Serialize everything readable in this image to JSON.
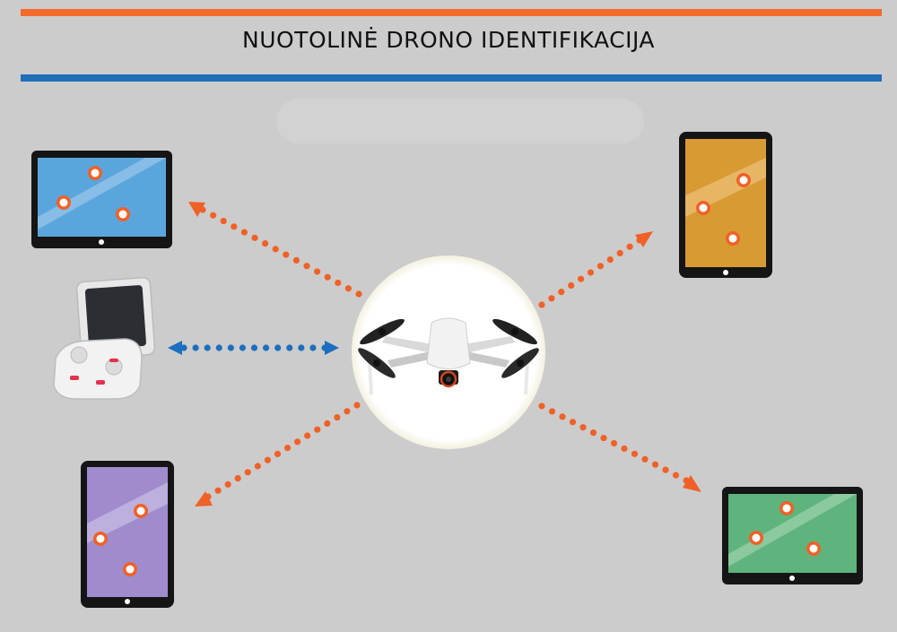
{
  "title": "NUOTOLINĖ DRONO IDENTIFIKACIJA",
  "colors": {
    "background": "#cdcccc",
    "accent_orange": "#f26b2c",
    "accent_blue": "#1f6fbb",
    "arrow_orange": "#f06127",
    "arrow_blue": "#1b6fbe",
    "screen_blue": "#5aa6dc",
    "screen_amber": "#d89a33",
    "screen_purple": "#a08ccc",
    "screen_green": "#5fb37c"
  },
  "nodes": {
    "center": {
      "name": "drone",
      "icon": "drone-icon"
    },
    "devices": [
      {
        "name": "tablet-top-left",
        "icon": "tablet-icon",
        "screen": "blue"
      },
      {
        "name": "remote-controller",
        "icon": "remote-controller-icon"
      },
      {
        "name": "phone-bottom-left",
        "icon": "phone-icon",
        "screen": "purple"
      },
      {
        "name": "phone-top-right",
        "icon": "phone-icon",
        "screen": "amber"
      },
      {
        "name": "tablet-bottom-right",
        "icon": "tablet-icon",
        "screen": "green"
      }
    ]
  },
  "connections": [
    {
      "to": "tablet-top-left",
      "style": "dotted-arrow",
      "color": "orange",
      "direction": "outgoing"
    },
    {
      "to": "remote-controller",
      "style": "dotted-arrow",
      "color": "blue",
      "direction": "bidirectional"
    },
    {
      "to": "phone-bottom-left",
      "style": "dotted-arrow",
      "color": "orange",
      "direction": "outgoing"
    },
    {
      "to": "phone-top-right",
      "style": "dotted-arrow",
      "color": "orange",
      "direction": "outgoing"
    },
    {
      "to": "tablet-bottom-right",
      "style": "dotted-arrow",
      "color": "orange",
      "direction": "outgoing"
    }
  ]
}
